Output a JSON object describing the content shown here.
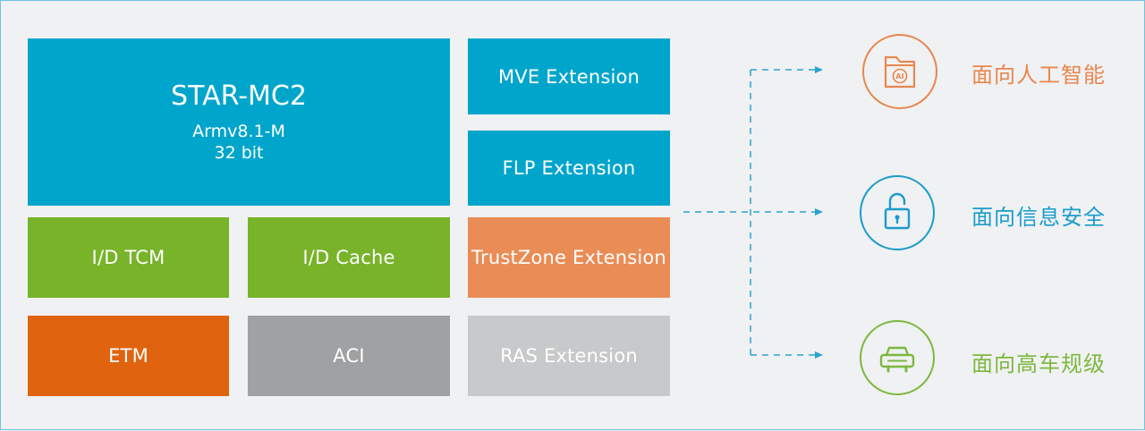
{
  "core": {
    "name": "STAR-MC2",
    "arch": "Armv8.1-M",
    "bits": "32 bit",
    "color": "#00a5cc"
  },
  "blocks": {
    "mve": {
      "label": "MVE Extension",
      "color": "#00a5cc"
    },
    "flp": {
      "label": "FLP Extension",
      "color": "#00a5cc"
    },
    "trustzone": {
      "label": "TrustZone Extension",
      "color": "#ea8c55"
    },
    "ras": {
      "label": "RAS Extension",
      "color": "#c8c9ca"
    },
    "tcm": {
      "label": "I/D TCM",
      "color": "#78b32a"
    },
    "cache": {
      "label": "I/D Cache",
      "color": "#78b32a"
    },
    "etm": {
      "label": "ETM",
      "color": "#e0630f"
    },
    "aci": {
      "label": "ACI",
      "color": "#a0a1a2"
    }
  },
  "features": [
    {
      "label": "面向人工智能",
      "icon": "ai-folder-icon",
      "color": "#e8874e"
    },
    {
      "label": "面向信息安全",
      "icon": "unlocked-padlock-icon",
      "color": "#1a9ccc"
    },
    {
      "label": "面向高车规级",
      "icon": "car-icon",
      "color": "#7cb83e"
    }
  ],
  "ai_badge": "AI"
}
